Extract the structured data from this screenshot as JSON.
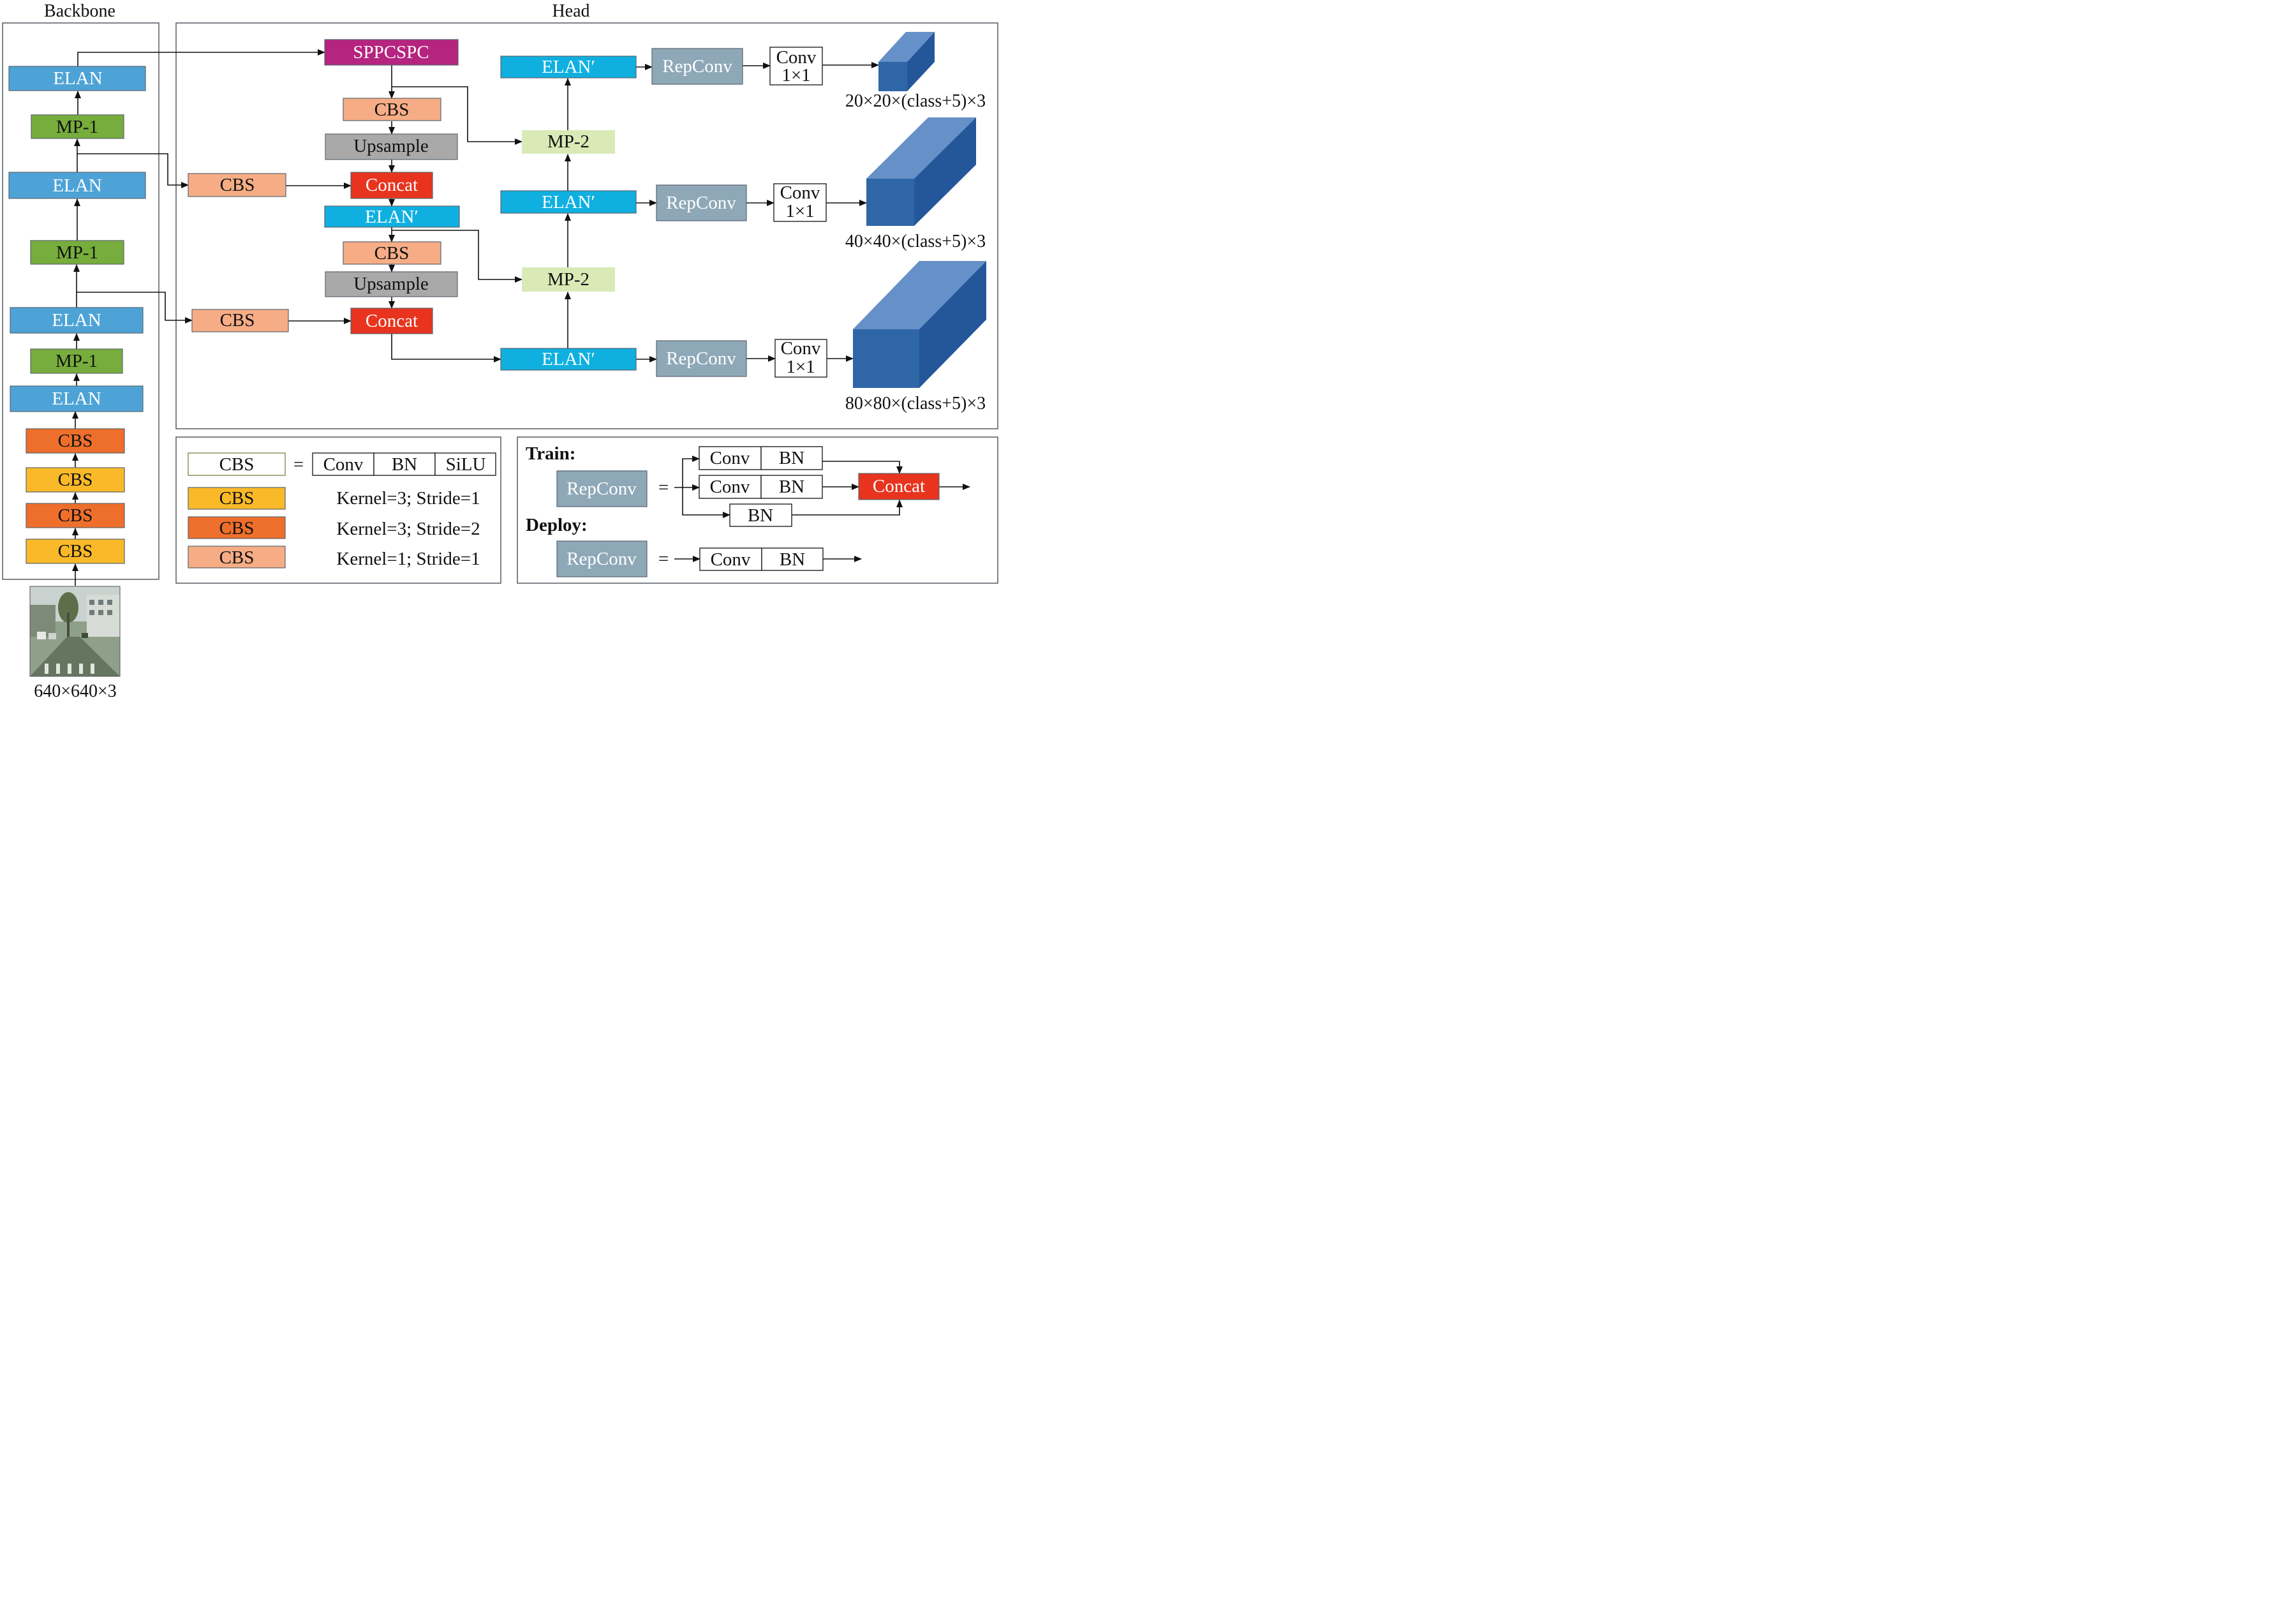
{
  "colors": {
    "elan": "#4da3d6",
    "elan_prime": "#0fb0e0",
    "mp1": "#77ad3c",
    "mp2": "#d9eab6",
    "sppcspc": "#b5247f",
    "cbs_k3s1": "#f9b928",
    "cbs_k3s2": "#ee6f2b",
    "cbs_k1s1": "#f6ad85",
    "upsample": "#a9a9a9",
    "concat": "#e8341f",
    "repconv": "#8ea8b8",
    "cube_front": "#2f66a8",
    "cube_top": "#6690c8",
    "cube_side": "#24569a"
  },
  "sections": {
    "backbone": "Backbone",
    "head": "Head"
  },
  "input": {
    "caption": "640×640×3"
  },
  "backbone": {
    "elan_1": "ELAN",
    "elan_2": "ELAN",
    "elan_3": "ELAN",
    "elan_4": "ELAN",
    "mp1_1": "MP-1",
    "mp1_2": "MP-1",
    "mp1_3": "MP-1",
    "cbs_1": "CBS",
    "cbs_2": "CBS",
    "cbs_3": "CBS",
    "cbs_4": "CBS"
  },
  "head": {
    "sppcspc": "SPPCSPC",
    "cbs_up1": "CBS",
    "upsample_1": "Upsample",
    "cbs_side1": "CBS",
    "concat_1": "Concat",
    "elan_prime_mid": "ELAN′",
    "cbs_up2": "CBS",
    "upsample_2": "Upsample",
    "cbs_side2": "CBS",
    "concat_2": "Concat",
    "elan_prime_top": "ELAN′",
    "elan_prime_middle": "ELAN′",
    "elan_prime_bottom": "ELAN′",
    "mp2_top": "MP-2",
    "mp2_bottom": "MP-2",
    "repconv_1": "RepConv",
    "repconv_2": "RepConv",
    "repconv_3": "RepConv",
    "conv_line1": "Conv",
    "conv_line2": "1×1",
    "outputs": [
      "20×20×(class+5)×3",
      "40×40×(class+5)×3",
      "80×80×(class+5)×3"
    ]
  },
  "legend": {
    "cbs": "CBS",
    "equals": "=",
    "parts": [
      "Conv",
      "BN",
      "SiLU"
    ],
    "kernels": [
      "Kernel=3; Stride=1",
      "Kernel=3; Stride=2",
      "Kernel=1; Stride=1"
    ]
  },
  "repconv_panel": {
    "train": "Train:",
    "deploy": "Deploy:",
    "repconv": "RepConv",
    "equals": "=",
    "conv": "Conv",
    "bn": "BN",
    "concat": "Concat"
  }
}
